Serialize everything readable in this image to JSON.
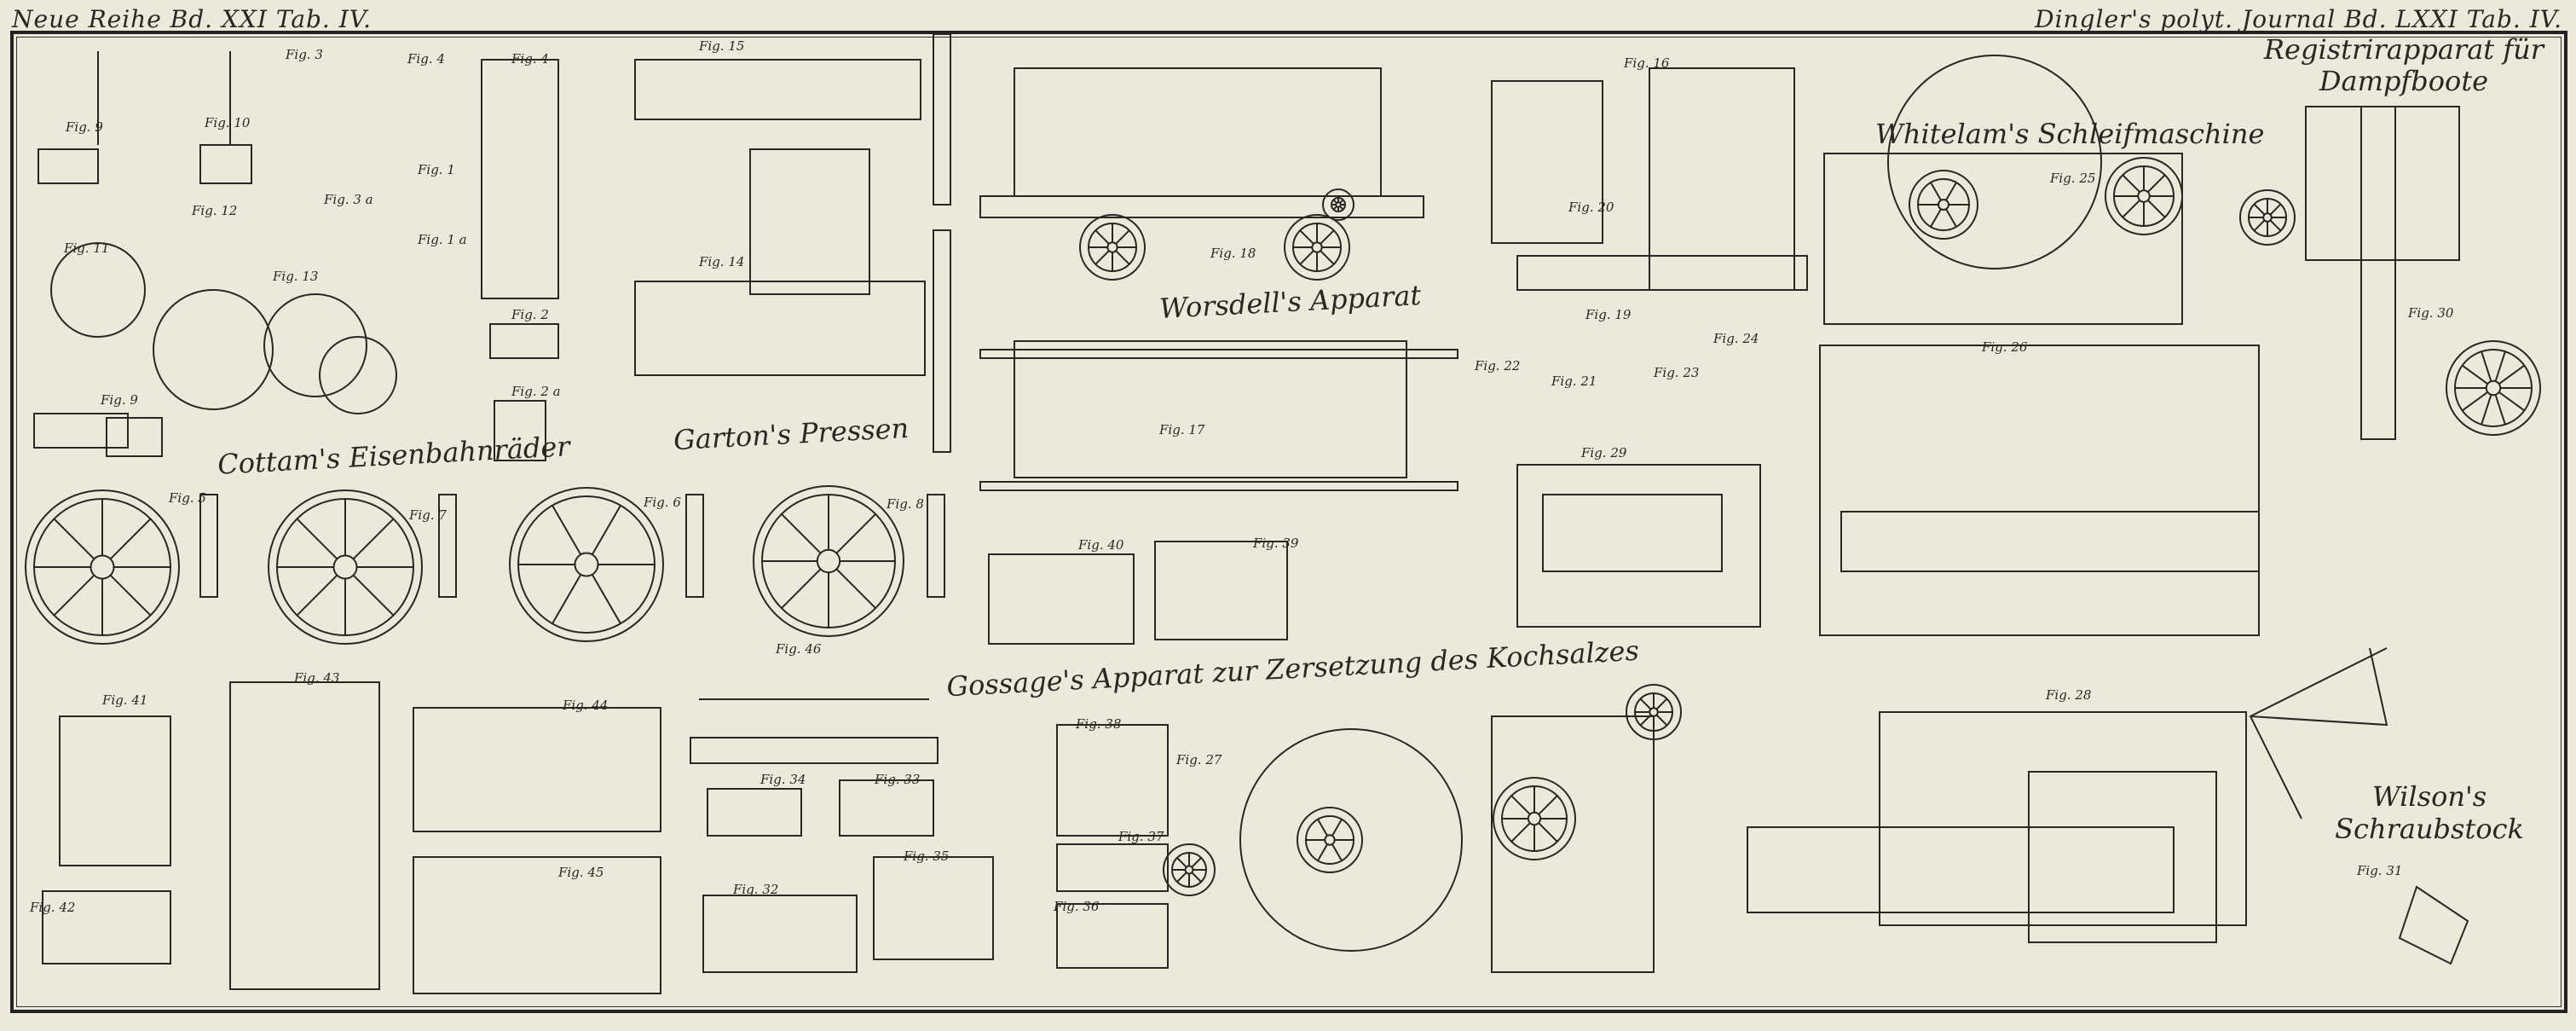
{
  "header": {
    "left": "Neue Reihe Bd. XXI Tab. IV.",
    "right": "Dingler's polyt. Journal Bd. LXXI Tab. IV."
  },
  "captions": {
    "cottam": "Cottam's Eisenbahnräder",
    "garton": "Garton's Pressen",
    "worsdell": "Worsdell's Apparat",
    "whitelam": "Whitelam's Schleifmaschine",
    "gossage": "Gossage's Apparat zur Zersetzung des Kochsalzes",
    "wilson": "Wilson's Schraubstock",
    "registrir": "Registrirapparat für Dampfboote"
  },
  "figures": [
    "Fig. 9",
    "Fig. 10",
    "Fig. 3",
    "Fig. 4",
    "Fig. 4",
    "Fig. 15",
    "Fig. 16",
    "Fig. 25",
    "Fig. 1",
    "Fig. 12",
    "Fig. 3 a",
    "Fig. 1 a",
    "Fig. 11",
    "Fig. 13",
    "Fig. 14",
    "Fig. 18",
    "Fig. 20",
    "Fig. 2",
    "Fig. 2 a",
    "Fig. 9",
    "Fig. 17",
    "Fig. 22",
    "Fig. 21",
    "Fig. 19",
    "Fig. 23",
    "Fig. 24",
    "Fig. 26",
    "Fig. 29",
    "Fig. 30",
    "Fig. 5",
    "Fig. 7",
    "Fig. 6",
    "Fig. 8",
    "Fig. 40",
    "Fig. 39",
    "Fig. 46",
    "Fig. 41",
    "Fig. 43",
    "Fig. 44",
    "Fig. 38",
    "Fig. 27",
    "Fig. 28",
    "Fig. 34",
    "Fig. 33",
    "Fig. 37",
    "Fig. 35",
    "Fig. 45",
    "Fig. 32",
    "Fig. 36",
    "Fig. 42",
    "Fig. 31"
  ]
}
